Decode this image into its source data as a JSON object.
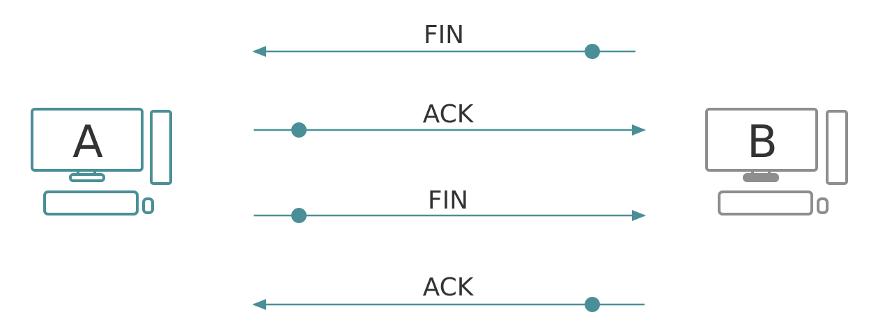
{
  "computers": {
    "a": {
      "label": "A",
      "color": "#4a8f98"
    },
    "b": {
      "label": "B",
      "color": "#8e8e8e"
    }
  },
  "messages": [
    {
      "label": "FIN",
      "direction": "B-to-A"
    },
    {
      "label": "ACK",
      "direction": "A-to-B"
    },
    {
      "label": "FIN",
      "direction": "A-to-B"
    },
    {
      "label": "ACK",
      "direction": "B-to-A"
    }
  ],
  "colors": {
    "arrow": "#4a8f98",
    "text": "#333333"
  }
}
